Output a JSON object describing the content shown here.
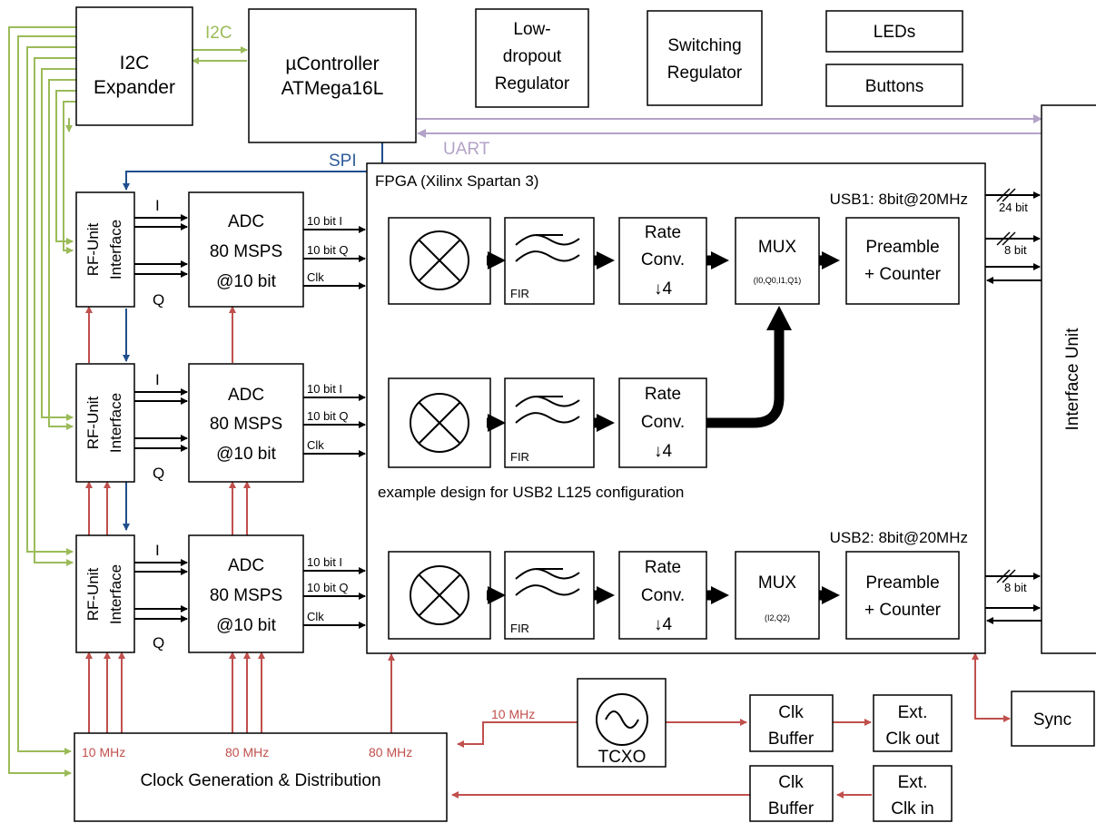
{
  "blocks": {
    "i2c_expander": [
      "I2C",
      "Expander"
    ],
    "microcontroller": [
      "µController",
      "ATMega16L"
    ],
    "ldo": [
      "Low-",
      "dropout",
      "Regulator"
    ],
    "switching": [
      "Switching",
      "Regulator"
    ],
    "leds": "LEDs",
    "buttons": "Buttons",
    "interface_unit": "Interface Unit",
    "fpga_title": "FPGA (Xilinx Spartan 3)",
    "rf_unit": [
      "RF-Unit",
      "Interface"
    ],
    "adc": [
      "ADC",
      "80 MSPS",
      "@10 bit"
    ],
    "fir": "FIR",
    "rate_conv": [
      "Rate",
      "Conv.",
      "↓4"
    ],
    "mux": "MUX",
    "mux1_sub": "(I0,Q0,I1,Q1)",
    "mux2_sub": "(I2,Q2)",
    "preamble": [
      "Preamble",
      "+ Counter"
    ],
    "tcxo": "TCXO",
    "clk_buffer": [
      "Clk",
      "Buffer"
    ],
    "ext_clk_out": [
      "Ext.",
      "Clk out"
    ],
    "ext_clk_in": [
      "Ext.",
      "Clk in"
    ],
    "sync": "Sync",
    "clock_gen": "Clock Generation & Distribution"
  },
  "labels": {
    "i2c": "I2C",
    "spi": "SPI",
    "uart": "UART",
    "i": "I",
    "q": "Q",
    "bit10_i": "10 bit I",
    "bit10_q": "10 bit Q",
    "clk": "Clk",
    "usb1": "USB1: 8bit@20MHz",
    "usb2": "USB2: 8bit@20MHz",
    "bus24": "24 bit",
    "bus8": "8 bit",
    "example_note": "example design for USB2 L125 configuration",
    "f10mhz": "10 MHz",
    "f80mhz": "80 MHz"
  },
  "colors": {
    "i2c_green": "#9BBB59",
    "clock_red": "#C0504D",
    "spi_blue": "#1F4E8C",
    "uart_purple": "#B3A2C7",
    "label_blue": "#2E5C9A"
  }
}
